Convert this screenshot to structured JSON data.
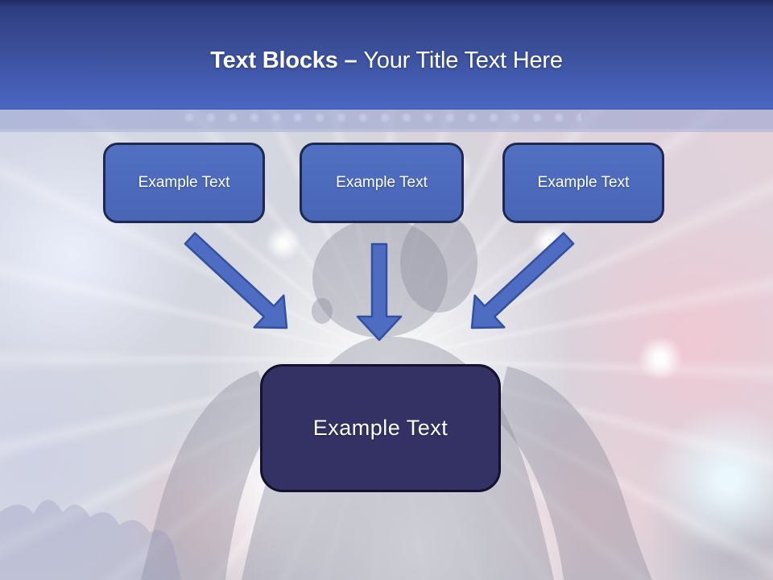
{
  "title": {
    "bold": "Text Blocks – ",
    "rest": "Your Title Text Here"
  },
  "blocks": {
    "top": [
      {
        "label": "Example Text"
      },
      {
        "label": "Example Text"
      },
      {
        "label": "Example Text"
      }
    ],
    "center": {
      "label": "Example Text"
    }
  },
  "icons": {
    "arrow_left": "arrow-down-right-icon",
    "arrow_middle": "arrow-down-icon",
    "arrow_right": "arrow-down-left-icon"
  },
  "colors": {
    "header_top": "#1f2a60",
    "header_bottom": "#4a67c2",
    "band_tint": "#949ece",
    "block_fill": "#4b69bd",
    "block_border": "#1d2952",
    "center_fill": "#343264",
    "center_border": "#13112e",
    "arrow_fill": "#4e6dc2",
    "arrow_border": "#33509f",
    "title_text": "#ffffff",
    "block_text": "#ffffff"
  }
}
